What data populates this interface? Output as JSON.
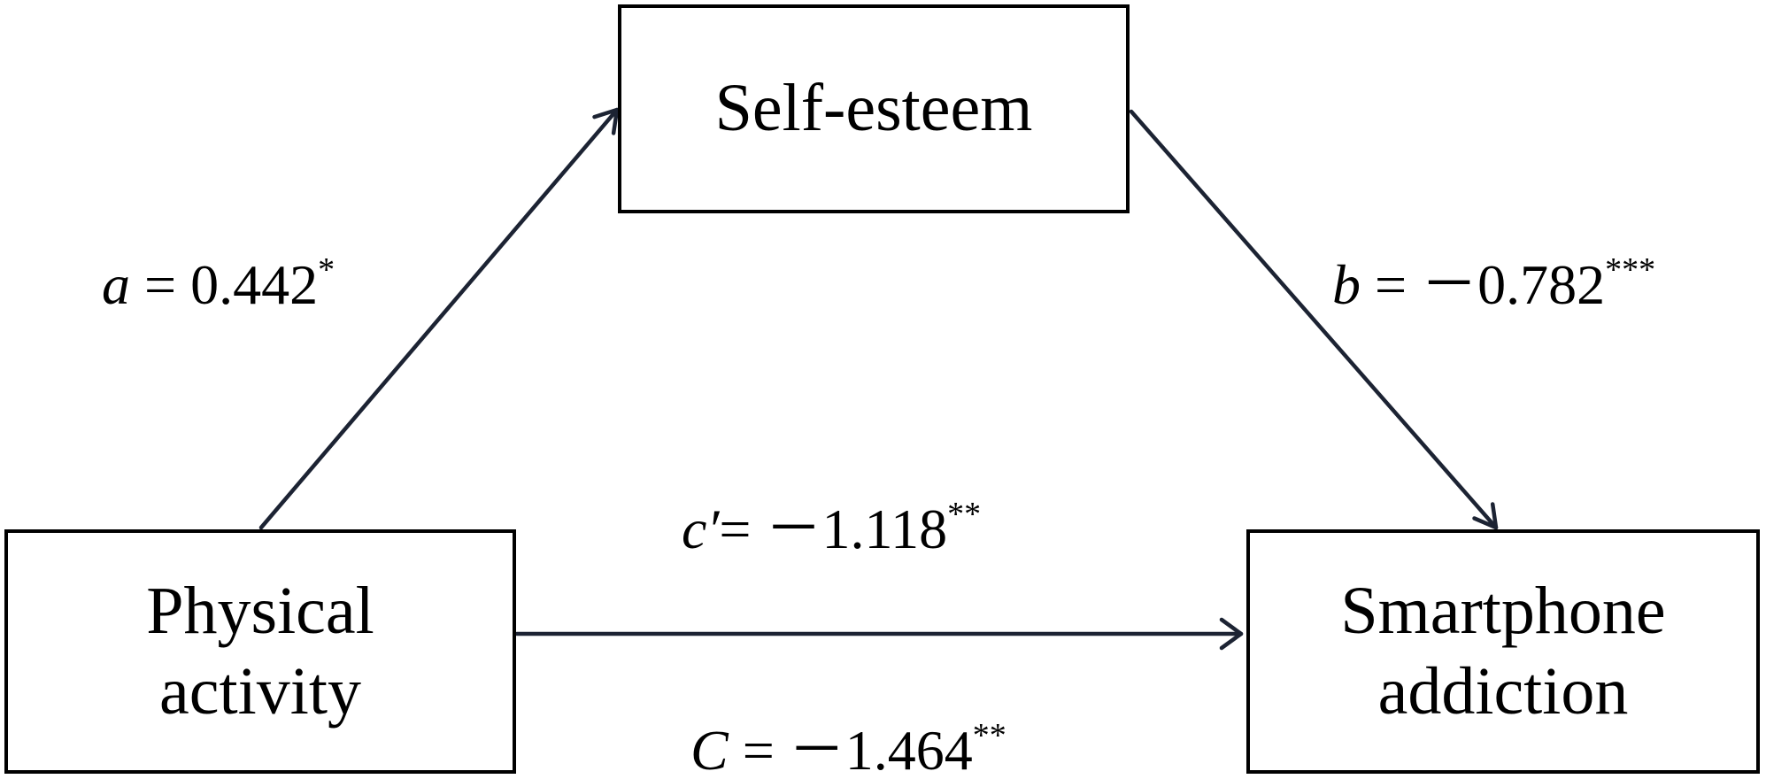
{
  "nodes": {
    "mediator": {
      "label": "Self-esteem"
    },
    "predictor": {
      "line1": "Physical",
      "line2": "activity"
    },
    "outcome": {
      "line1": "Smartphone",
      "line2": "addiction"
    }
  },
  "paths": {
    "a": {
      "symbol": "a",
      "equals": " = ",
      "value": "0.442",
      "sig": "*"
    },
    "b": {
      "symbol": "b",
      "equals": " = ",
      "value": "－0.782",
      "sig": "***"
    },
    "c_prime": {
      "symbol": "c′",
      "equals": "= ",
      "value": "－1.118",
      "sig": "**"
    },
    "c_total": {
      "symbol": "C",
      "equals": " = ",
      "value": "－1.464",
      "sig": "**"
    }
  },
  "colors": {
    "arrow": "#1c2333",
    "box_border": "#000000",
    "text": "#000000"
  }
}
